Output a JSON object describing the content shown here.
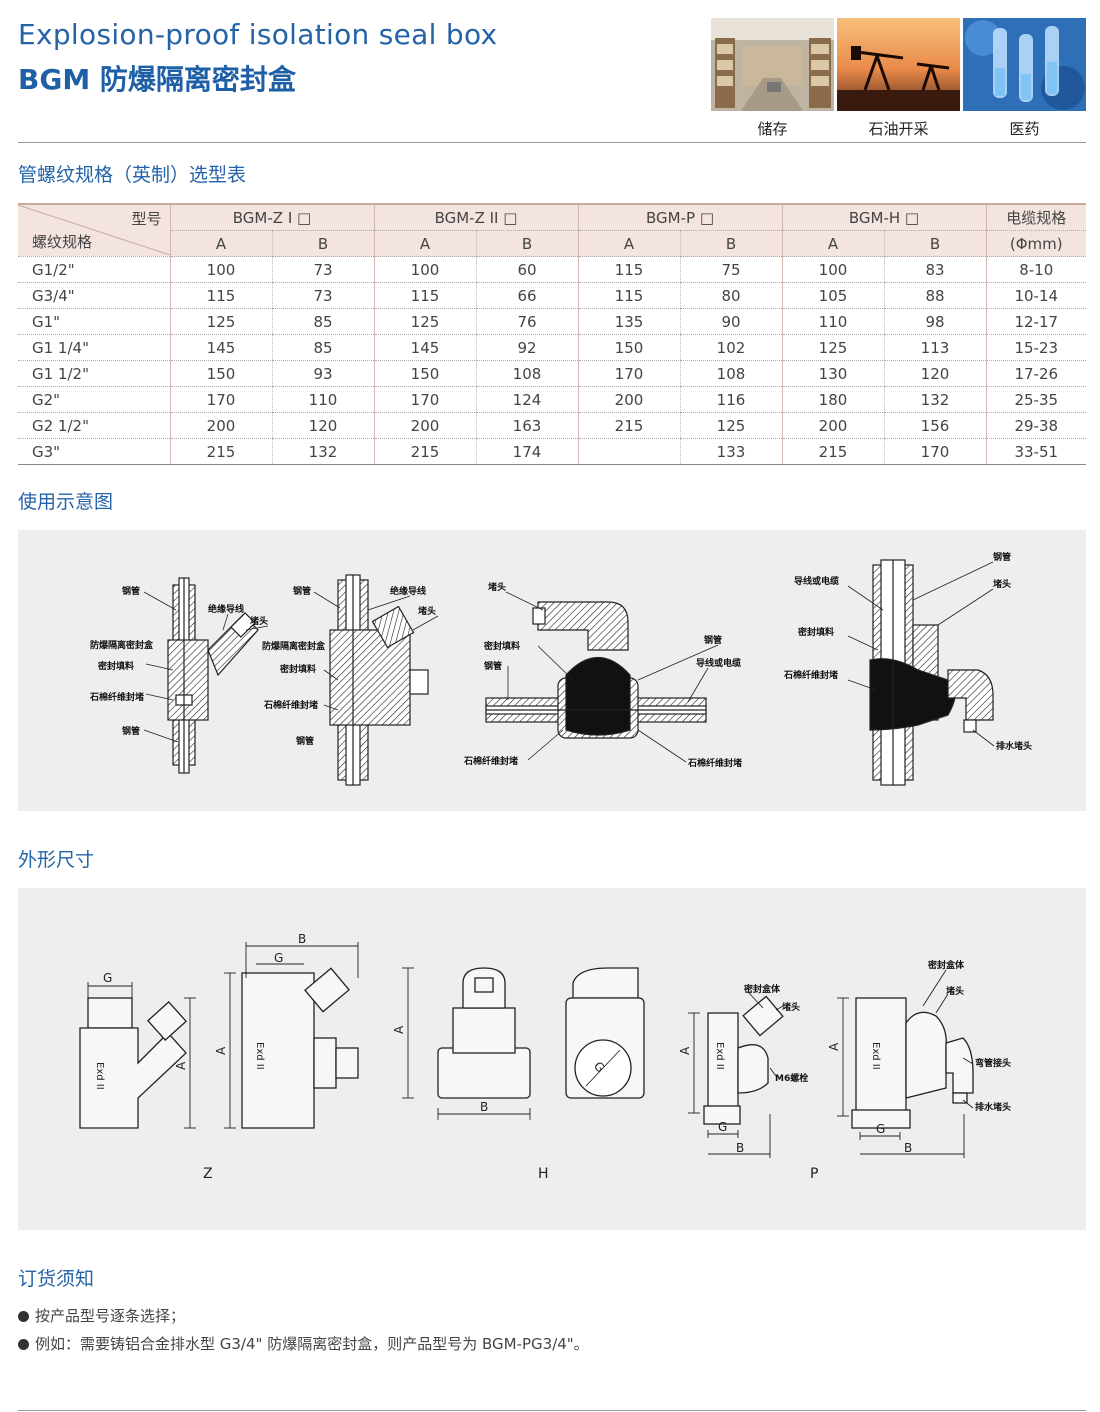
{
  "header": {
    "title_en": "Explosion-proof isolation seal box",
    "title_cn": "BGM 防爆隔离密封盒",
    "photos": [
      {
        "caption": "储存",
        "icon": "warehouse-photo"
      },
      {
        "caption": "石油开采",
        "icon": "oil-pump-photo"
      },
      {
        "caption": "医药",
        "icon": "lab-photo"
      }
    ]
  },
  "spec_table": {
    "section_title": "管螺纹规格（英制）选型表",
    "corner_top": "型号",
    "corner_bottom": "螺纹规格",
    "models": [
      "BGM-Z I □",
      "BGM-Z II □",
      "BGM-P □",
      "BGM-H □"
    ],
    "sub_cols": [
      "A",
      "B"
    ],
    "cable_header_1": "电缆规格",
    "cable_header_2": "(Φmm)",
    "rows": [
      {
        "spec": "G1/2\"",
        "v": [
          "100",
          "73",
          "100",
          "60",
          "115",
          "75",
          "100",
          "83"
        ],
        "cable": "8-10"
      },
      {
        "spec": "G3/4\"",
        "v": [
          "115",
          "73",
          "115",
          "66",
          "115",
          "80",
          "105",
          "88"
        ],
        "cable": "10-14"
      },
      {
        "spec": "G1\"",
        "v": [
          "125",
          "85",
          "125",
          "76",
          "135",
          "90",
          "110",
          "98"
        ],
        "cable": "12-17"
      },
      {
        "spec": "G1 1/4\"",
        "v": [
          "145",
          "85",
          "145",
          "92",
          "150",
          "102",
          "125",
          "113"
        ],
        "cable": "15-23"
      },
      {
        "spec": "G1 1/2\"",
        "v": [
          "150",
          "93",
          "150",
          "108",
          "170",
          "108",
          "130",
          "120"
        ],
        "cable": "17-26"
      },
      {
        "spec": "G2\"",
        "v": [
          "170",
          "110",
          "170",
          "124",
          "200",
          "116",
          "180",
          "132"
        ],
        "cable": "25-35"
      },
      {
        "spec": "G2 1/2\"",
        "v": [
          "200",
          "120",
          "200",
          "163",
          "215",
          "125",
          "200",
          "156"
        ],
        "cable": "29-38"
      },
      {
        "spec": "G3\"",
        "v": [
          "215",
          "132",
          "215",
          "174",
          "",
          "133",
          "215",
          "170"
        ],
        "cable": "33-51"
      }
    ]
  },
  "usage": {
    "section_title": "使用示意图",
    "labels": {
      "steel_pipe": "钢管",
      "insulated_wire": "绝缘导线",
      "plug": "堵头",
      "seal_box": "防爆隔离密封盒",
      "seal_filler": "密封填料",
      "asbestos_dam": "石棉纤维封堵",
      "wire_or_cable": "导线或电缆",
      "drain_plug": "排水堵头"
    }
  },
  "dimensions": {
    "section_title": "外形尺寸",
    "letters": {
      "a": "A",
      "b": "B",
      "g": "G"
    },
    "mark": "Exd II",
    "labels": {
      "box_body": "密封盒体",
      "plug": "堵头",
      "bolt": "M6螺栓",
      "elbow": "弯管接头",
      "drain_plug": "排水堵头"
    },
    "captions": [
      "Z",
      "H",
      "P"
    ]
  },
  "ordering": {
    "section_title": "订货须知",
    "items": [
      "按产品型号逐条选择；",
      "例如：需要铸铝合金排水型 G3/4\" 防爆隔离密封盒，则产品型号为 BGM-PG3/4\"。"
    ]
  }
}
